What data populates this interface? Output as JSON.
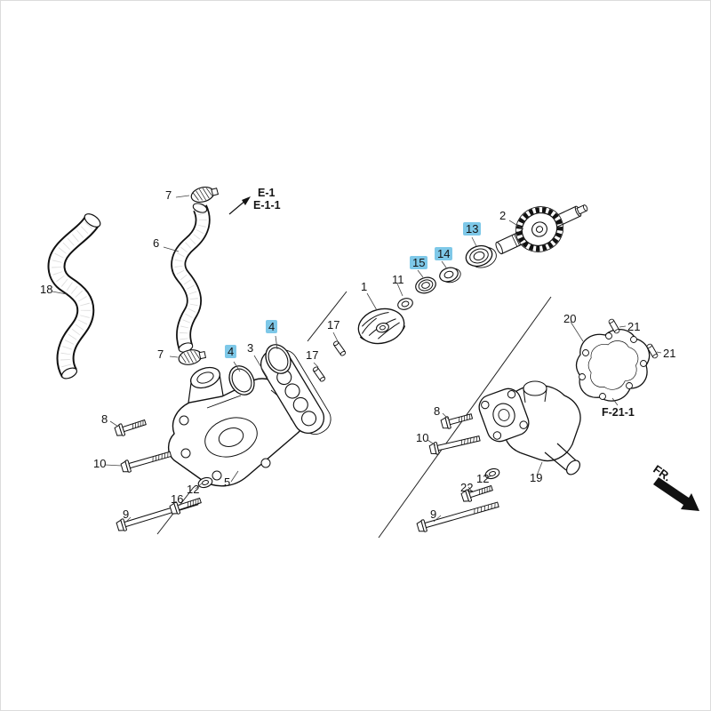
{
  "colors": {
    "highlight": "#7ec8e8",
    "line": "#111111",
    "background": "#ffffff"
  },
  "labels": [
    {
      "text": "18",
      "highlighted": false
    },
    {
      "text": "7",
      "highlighted": false
    },
    {
      "text": "6",
      "highlighted": false
    },
    {
      "text": "7",
      "highlighted": false
    },
    {
      "text": "4",
      "highlighted": true
    },
    {
      "text": "3",
      "highlighted": false
    },
    {
      "text": "4",
      "highlighted": true
    },
    {
      "text": "17",
      "highlighted": false
    },
    {
      "text": "17",
      "highlighted": false
    },
    {
      "text": "1",
      "highlighted": false
    },
    {
      "text": "11",
      "highlighted": false
    },
    {
      "text": "15",
      "highlighted": true
    },
    {
      "text": "14",
      "highlighted": true
    },
    {
      "text": "13",
      "highlighted": true
    },
    {
      "text": "2",
      "highlighted": false
    },
    {
      "text": "8",
      "highlighted": false
    },
    {
      "text": "10",
      "highlighted": false
    },
    {
      "text": "9",
      "highlighted": false
    },
    {
      "text": "16",
      "highlighted": false
    },
    {
      "text": "12",
      "highlighted": false
    },
    {
      "text": "5",
      "highlighted": false
    },
    {
      "text": "8",
      "highlighted": false
    },
    {
      "text": "10",
      "highlighted": false
    },
    {
      "text": "22",
      "highlighted": false
    },
    {
      "text": "12",
      "highlighted": false
    },
    {
      "text": "9",
      "highlighted": false
    },
    {
      "text": "19",
      "highlighted": false
    },
    {
      "text": "20",
      "highlighted": false
    },
    {
      "text": "21",
      "highlighted": false
    },
    {
      "text": "21",
      "highlighted": false
    }
  ],
  "references": {
    "e1": "E-1",
    "e1_1": "E-1-1",
    "f21_1": "F-21-1",
    "front": "FR."
  }
}
